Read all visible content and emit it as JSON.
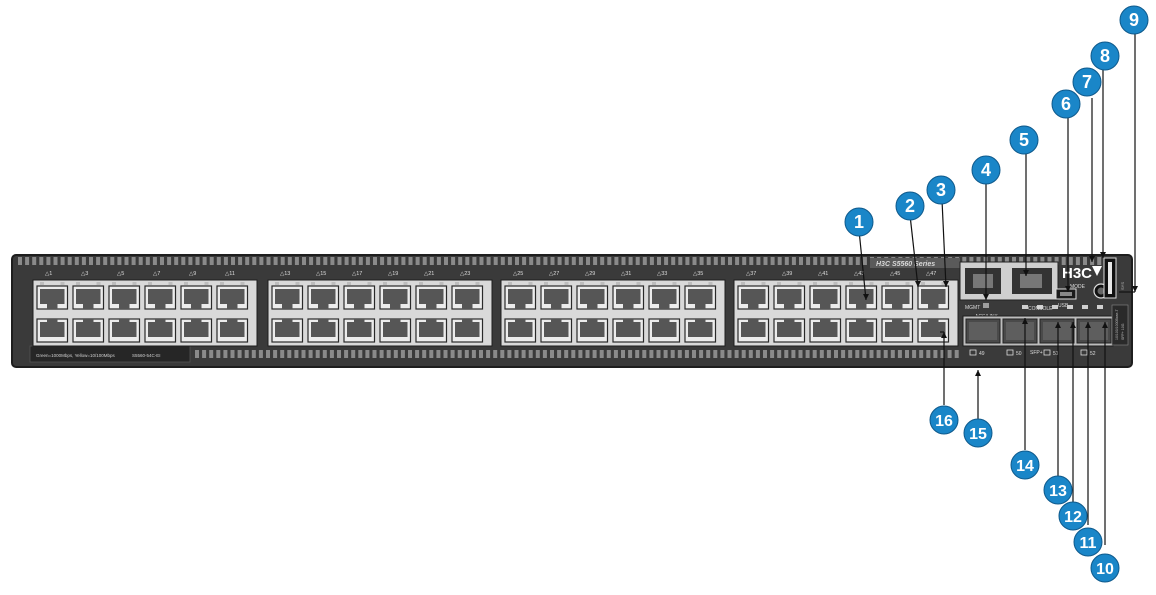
{
  "brand": {
    "logo_text": "H3C",
    "series_label": "H3C S5560 Series"
  },
  "front_panel": {
    "port_labels": [
      "1",
      "3",
      "5",
      "7",
      "9",
      "11",
      "13",
      "15",
      "17",
      "19",
      "21",
      "23",
      "25",
      "27",
      "29",
      "31",
      "33",
      "35",
      "37",
      "39",
      "41",
      "43",
      "45",
      "47"
    ],
    "console_label": "CONSOLE",
    "management_label": "MGMT",
    "acs_link_label": "ACS/LINK",
    "usb_label": "USB",
    "mode_label": "MODE",
    "sfp_label": "SFP+",
    "sfp_port_labels": [
      "49",
      "50",
      "51",
      "52"
    ],
    "speed_note": "Green=1000Mbps, Yellow=10/100Mbps",
    "model_note": "S5560-54C-EI"
  },
  "callouts": [
    "1",
    "2",
    "3",
    "4",
    "5",
    "6",
    "7",
    "8",
    "9",
    "10",
    "11",
    "12",
    "13",
    "14",
    "15",
    "16"
  ],
  "colors": {
    "chassis": "#3a3a3a",
    "chassis_dark": "#262626",
    "port_face": "#e7e7e7",
    "callout_fill": "#1a86c8",
    "callout_text": "#ffffff",
    "leader_line": "#111111"
  }
}
